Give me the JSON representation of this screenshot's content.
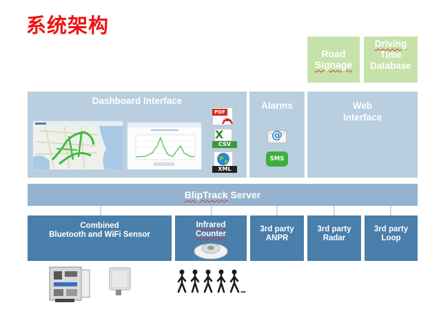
{
  "title": "系统架构",
  "top_boxes": {
    "road_signage": [
      "Road",
      "Signage"
    ],
    "driving_time": [
      "Driving",
      "Time",
      "Database"
    ]
  },
  "interfaces": {
    "dashboard": "Dashboard Interface",
    "alarms": "Alarms",
    "web": [
      "Web",
      "Interface"
    ]
  },
  "file_icons": {
    "pdf": "PDF",
    "csv": "CSV",
    "xml": "XML",
    "email": "@",
    "sms": "SMS"
  },
  "server": {
    "brand": "BlipTrack",
    "suffix": " Server"
  },
  "sensors": {
    "combined": [
      "Combined",
      "Bluetooth and WiFi Sensor"
    ],
    "infrared": [
      "Infrared",
      "Counter"
    ],
    "anpr": [
      "3rd party",
      "ANPR"
    ],
    "radar": [
      "3rd party",
      "Radar"
    ],
    "loop": [
      "3rd party",
      "Loop"
    ]
  },
  "colors": {
    "title": "#ee1111",
    "green_box": "#c4e2a9",
    "light_box": "#b9cedf",
    "server_bar": "#95b3d0",
    "sensor_box": "#4a7eab"
  }
}
